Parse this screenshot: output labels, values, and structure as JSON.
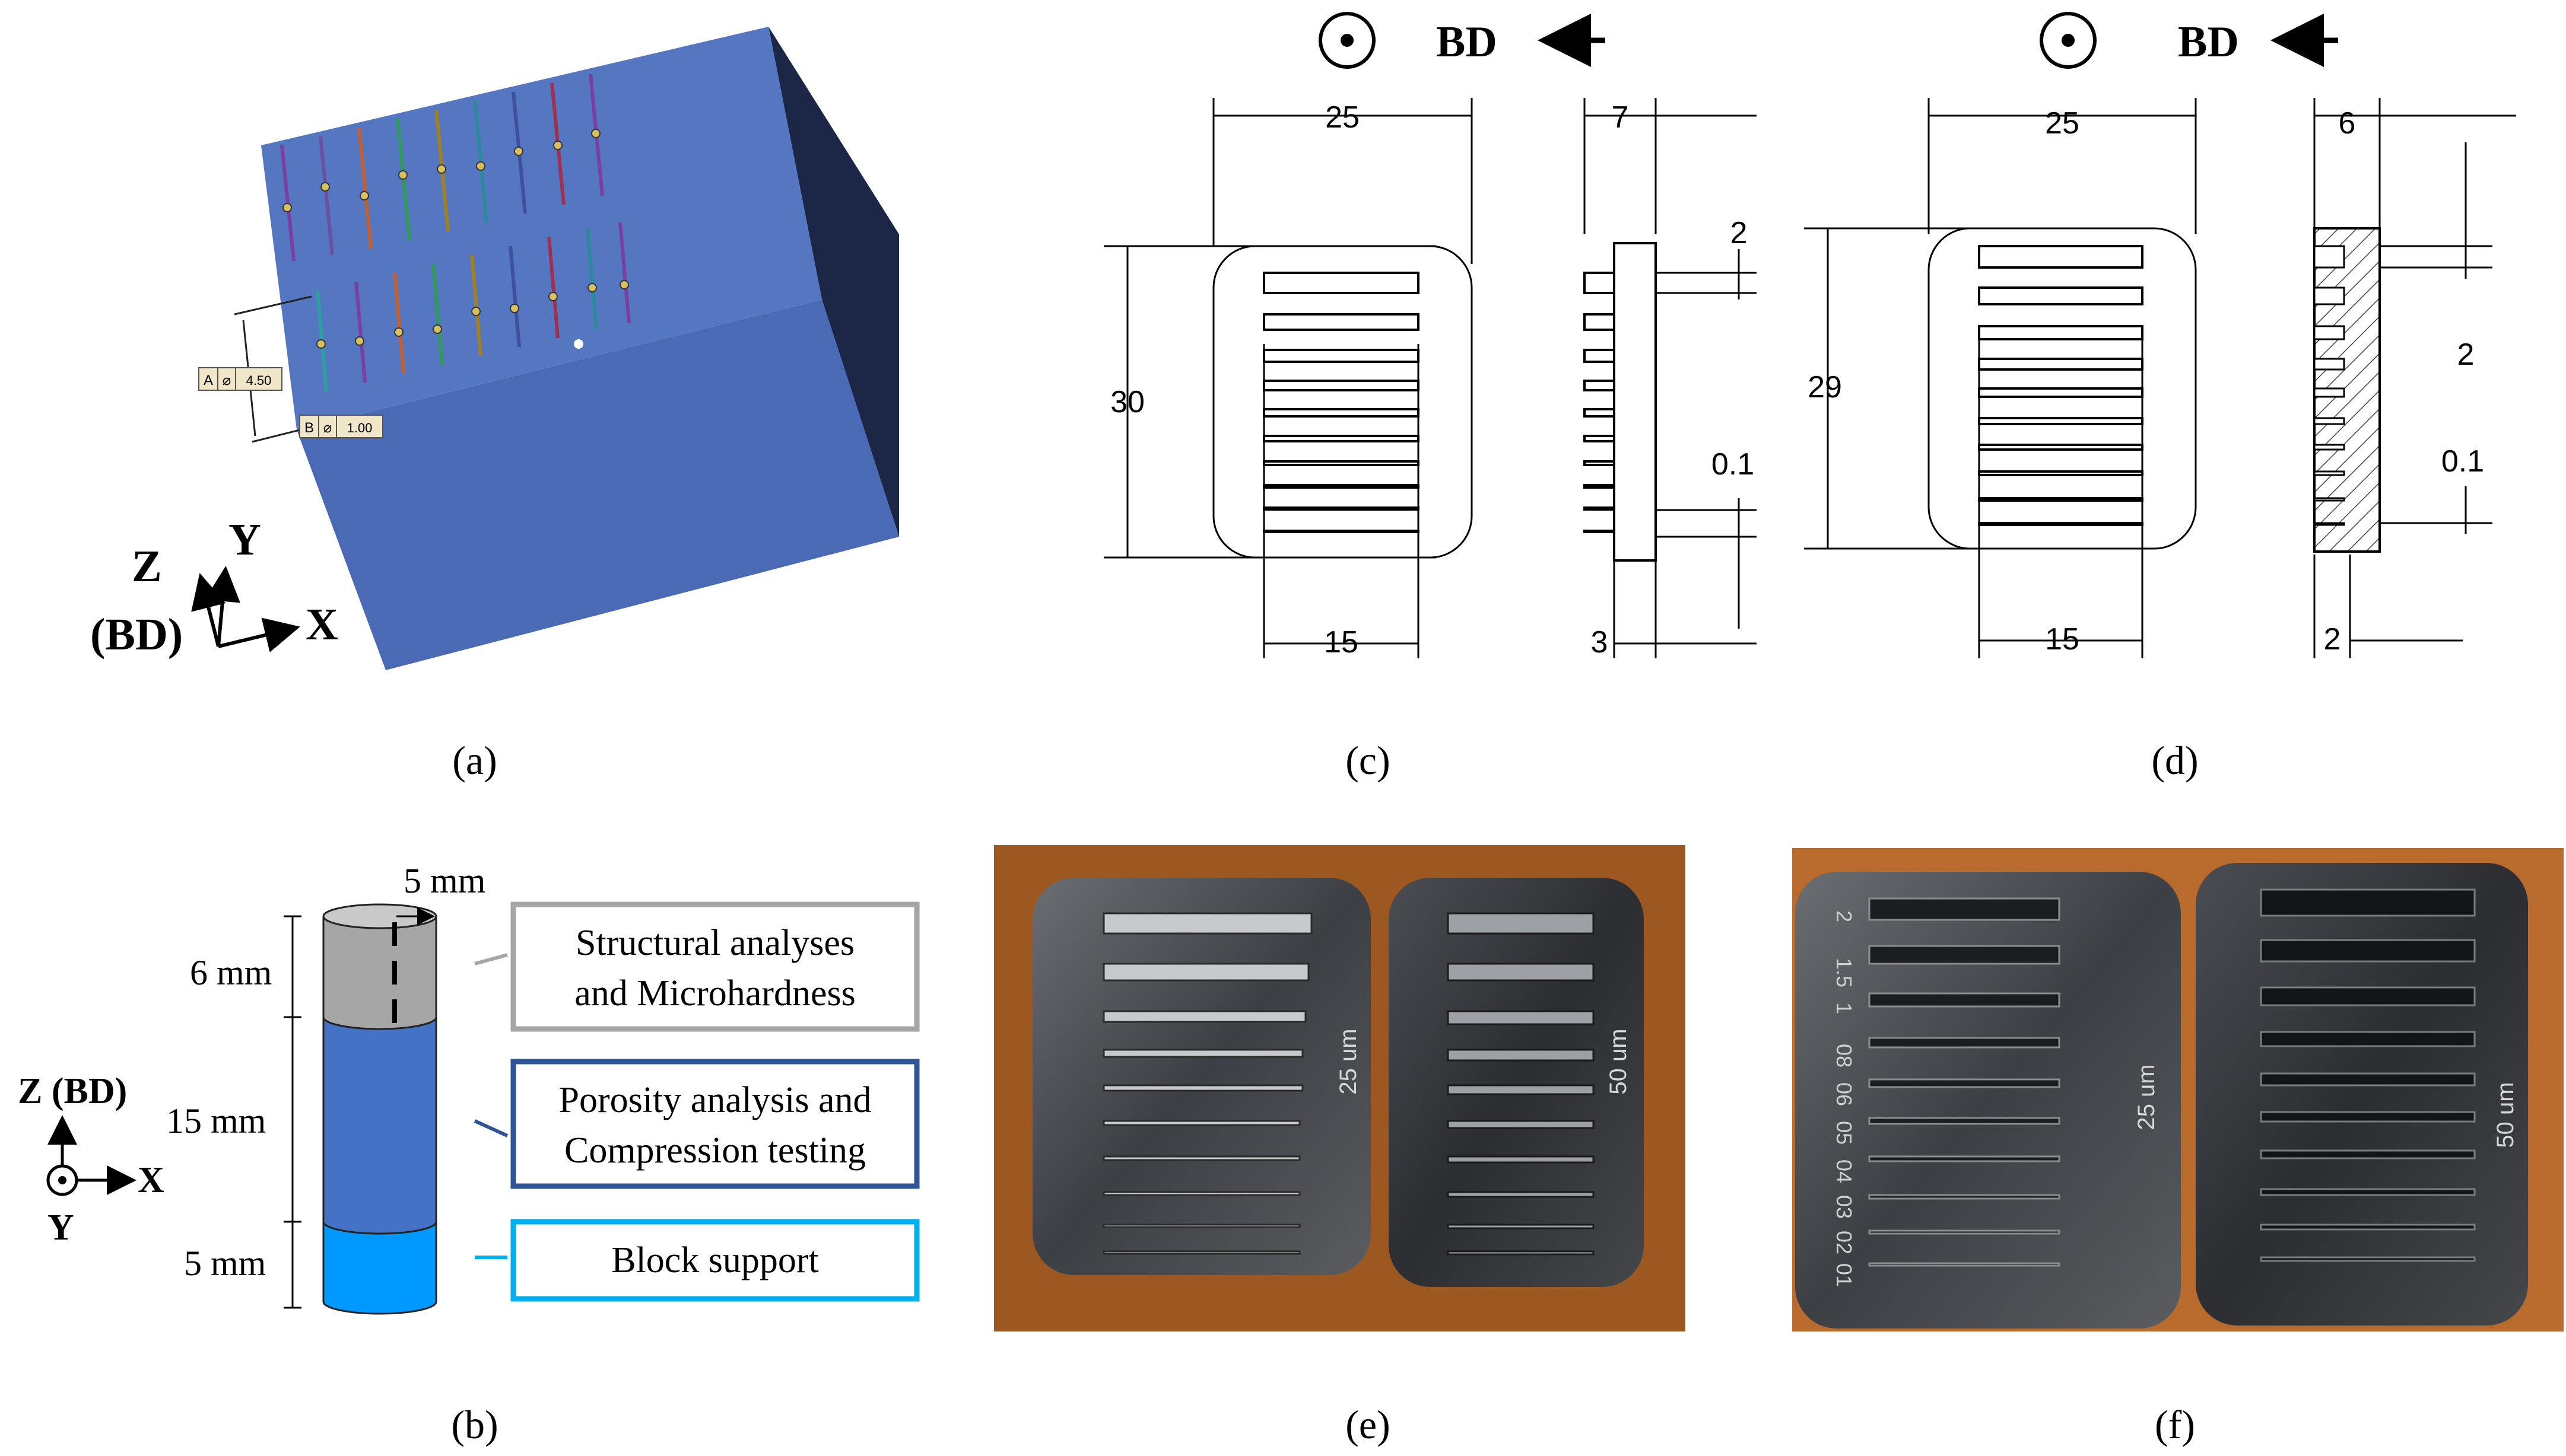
{
  "panels": {
    "a": {
      "caption": "(a)",
      "tag_a_letter": "A",
      "tag_a_sym": "⌀",
      "tag_a_value": "4.50",
      "tag_b_letter": "B",
      "tag_b_sym": "⌀",
      "tag_b_value": "1.00",
      "axis_y": "Y",
      "axis_z": "Z",
      "axis_bd": "(BD)",
      "axis_x": "X",
      "colors": {
        "block_top": "#5576c0",
        "block_front": "#4b6ab6",
        "block_side": "#1c2747"
      }
    },
    "b": {
      "caption": "(b)",
      "dim_width": "5 mm",
      "dim_top": "6 mm",
      "dim_mid": "15 mm",
      "dim_bottom": "5 mm",
      "box_top_line1": "Structural analyses",
      "box_top_line2": "and Microhardness",
      "box_mid_line1": "Porosity analysis and",
      "box_mid_line2": "Compression testing",
      "box_bottom": "Block support",
      "axis_z": "Z (BD)",
      "axis_x": "X",
      "axis_y": "Y",
      "colors": {
        "top": "#a6a6a6",
        "mid": "#4472c4",
        "bottom": "#0099ff",
        "top_box": "#a6a6a6",
        "mid_box": "#2f5597",
        "bottom_box": "#00b0f0"
      }
    },
    "c": {
      "caption": "(c)",
      "bd_label": "BD",
      "dim_width": "25",
      "dim_side": "7",
      "dim_height": "30",
      "dim_inner": "15",
      "dim_base": "3",
      "dim_gap": "2",
      "dim_min": "0.1"
    },
    "d": {
      "caption": "(d)",
      "bd_label": "BD",
      "dim_width": "25",
      "dim_side": "6",
      "dim_height": "29",
      "dim_inner": "15",
      "dim_base": "2",
      "dim_gap": "2",
      "dim_min": "0.1"
    },
    "e": {
      "caption": "(e)",
      "left_label": "25 um",
      "right_label": "50 um"
    },
    "f": {
      "caption": "(f)",
      "left_label": "25 um",
      "right_label": "50 um",
      "left_numbers": [
        "2",
        "1.5",
        "1",
        "08",
        "06",
        "05",
        "04",
        "03",
        "02",
        "01"
      ]
    }
  }
}
